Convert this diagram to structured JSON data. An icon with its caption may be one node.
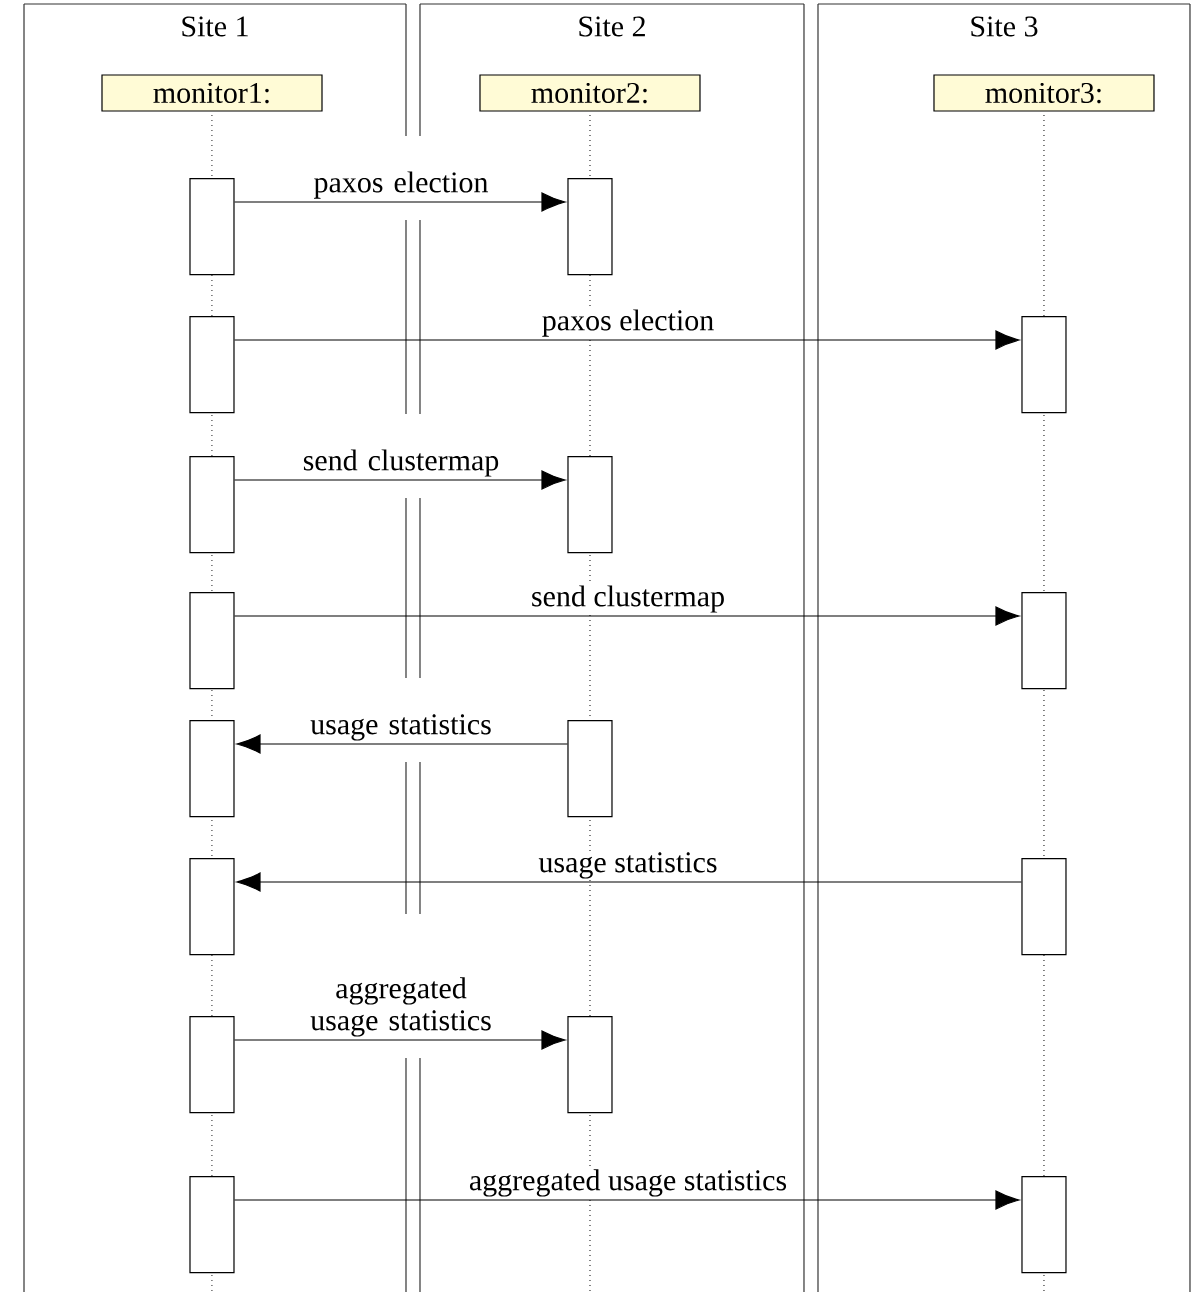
{
  "diagram": {
    "nodes": [
      {
        "text": [
          "Site 1"
        ]
      },
      {
        "text": [
          "Site 2"
        ]
      },
      {
        "text": [
          "Site 3"
        ]
      },
      {
        "text": [
          "monitor1:"
        ],
        "in": 0
      },
      {
        "text": [
          "monitor2:"
        ],
        "in": 1
      },
      {
        "text": [
          "monitor3:"
        ],
        "in": 2
      },
      {
        "text": [],
        "shape": "box",
        "in": 0
      },
      {
        "text": [],
        "shape": "box",
        "in": 1
      },
      {
        "text": [],
        "shape": "box",
        "in": 0
      },
      {
        "text": [],
        "shape": "box",
        "in": 2
      },
      {
        "text": [],
        "shape": "box",
        "in": 0
      },
      {
        "text": [],
        "shape": "box",
        "in": 1
      },
      {
        "text": [],
        "shape": "box",
        "in": 0
      },
      {
        "text": [],
        "shape": "box",
        "in": 2
      },
      {
        "text": [],
        "shape": "box",
        "in": 0
      },
      {
        "text": [],
        "shape": "box",
        "in": 1
      },
      {
        "text": [],
        "shape": "box",
        "in": 0
      },
      {
        "text": [],
        "shape": "box",
        "in": 2
      },
      {
        "text": [],
        "shape": "box",
        "in": 0
      },
      {
        "text": [],
        "shape": "box",
        "in": 1
      },
      {
        "text": [],
        "shape": "box",
        "in": 0
      },
      {
        "text": [],
        "shape": "box",
        "in": 2
      }
    ],
    "edges": [
      {
        "from": 6,
        "to": 7,
        "arrow": "to",
        "label": "paxos election"
      },
      {
        "from": 8,
        "to": 9,
        "arrow": "to",
        "label": "paxos election"
      },
      {
        "from": 10,
        "to": 11,
        "arrow": "to",
        "label": "send clustermap"
      },
      {
        "from": 12,
        "to": 13,
        "arrow": "to",
        "label": "send clustermap"
      },
      {
        "from": 15,
        "to": 14,
        "arrow": "to",
        "label": "usage statistics"
      },
      {
        "from": 17,
        "to": 16,
        "arrow": "to",
        "label": "usage statistics"
      },
      {
        "from": 18,
        "to": 19,
        "arrow": "to",
        "label": "aggregated usage statistics"
      },
      {
        "from": 20,
        "to": 21,
        "arrow": "to",
        "label": "aggregated usage statistics"
      }
    ]
  }
}
